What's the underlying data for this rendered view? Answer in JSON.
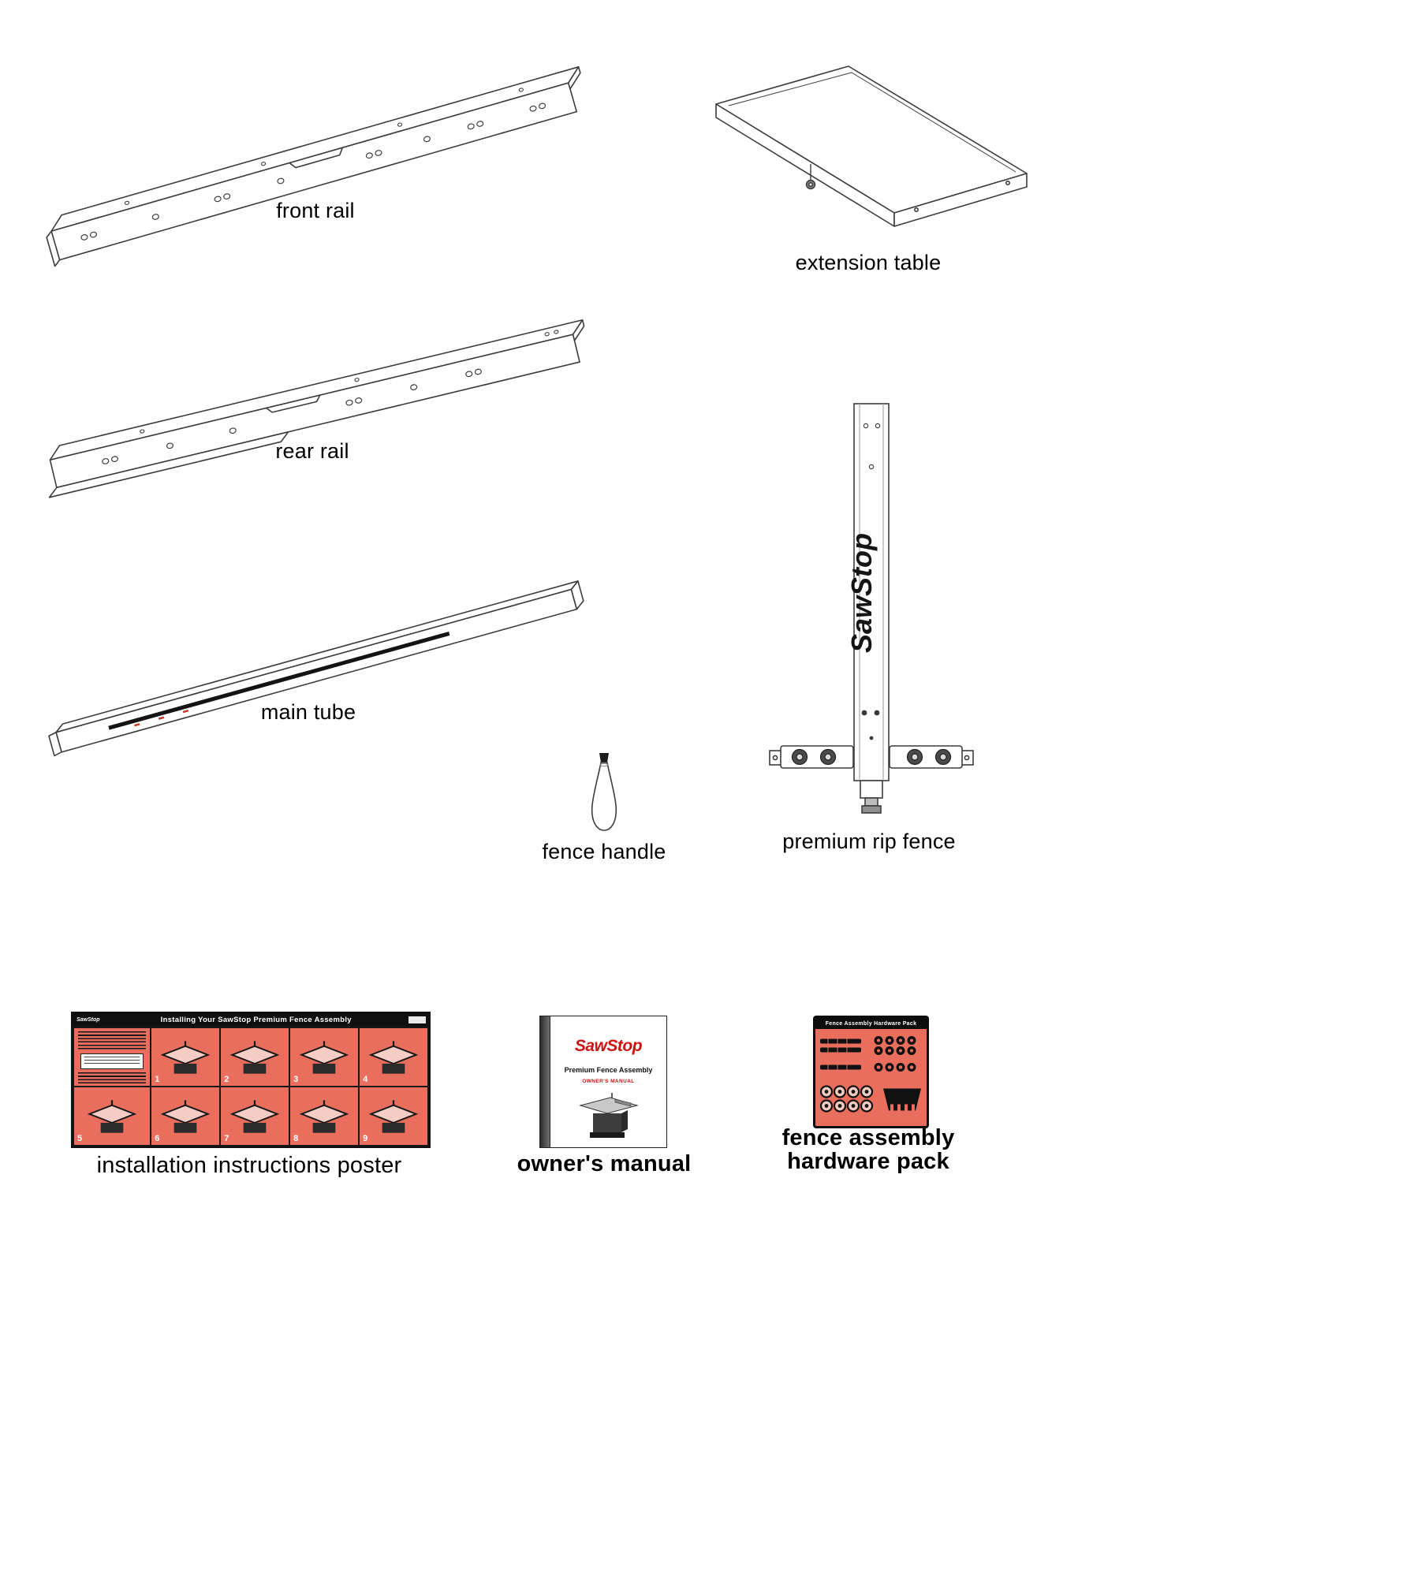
{
  "labels": {
    "front_rail": "front rail",
    "extension_table": "extension table",
    "rear_rail": "rear rail",
    "main_tube": "main tube",
    "fence_handle": "fence handle",
    "premium_rip_fence": "premium rip fence",
    "installation_poster": "installation instructions poster",
    "owners_manual": "owner's manual",
    "hardware_pack_line1": "fence assembly",
    "hardware_pack_line2": "hardware pack"
  },
  "fence": {
    "brand": "SawStop"
  },
  "poster": {
    "brand": "SawStop",
    "title": "Installing Your SawStop Premium Fence Assembly",
    "step_numbers": [
      "1",
      "2",
      "3",
      "4",
      "5",
      "6",
      "7",
      "8",
      "9"
    ]
  },
  "manual": {
    "brand": "SawStop",
    "subtitle": "Premium Fence Assembly",
    "note": "OWNER'S MANUAL"
  },
  "hardware": {
    "title": "Fence Assembly Hardware Pack"
  },
  "colors": {
    "poster_red": "#e96e5e",
    "brand_red": "#cc1111",
    "line": "#3d3d3d"
  }
}
